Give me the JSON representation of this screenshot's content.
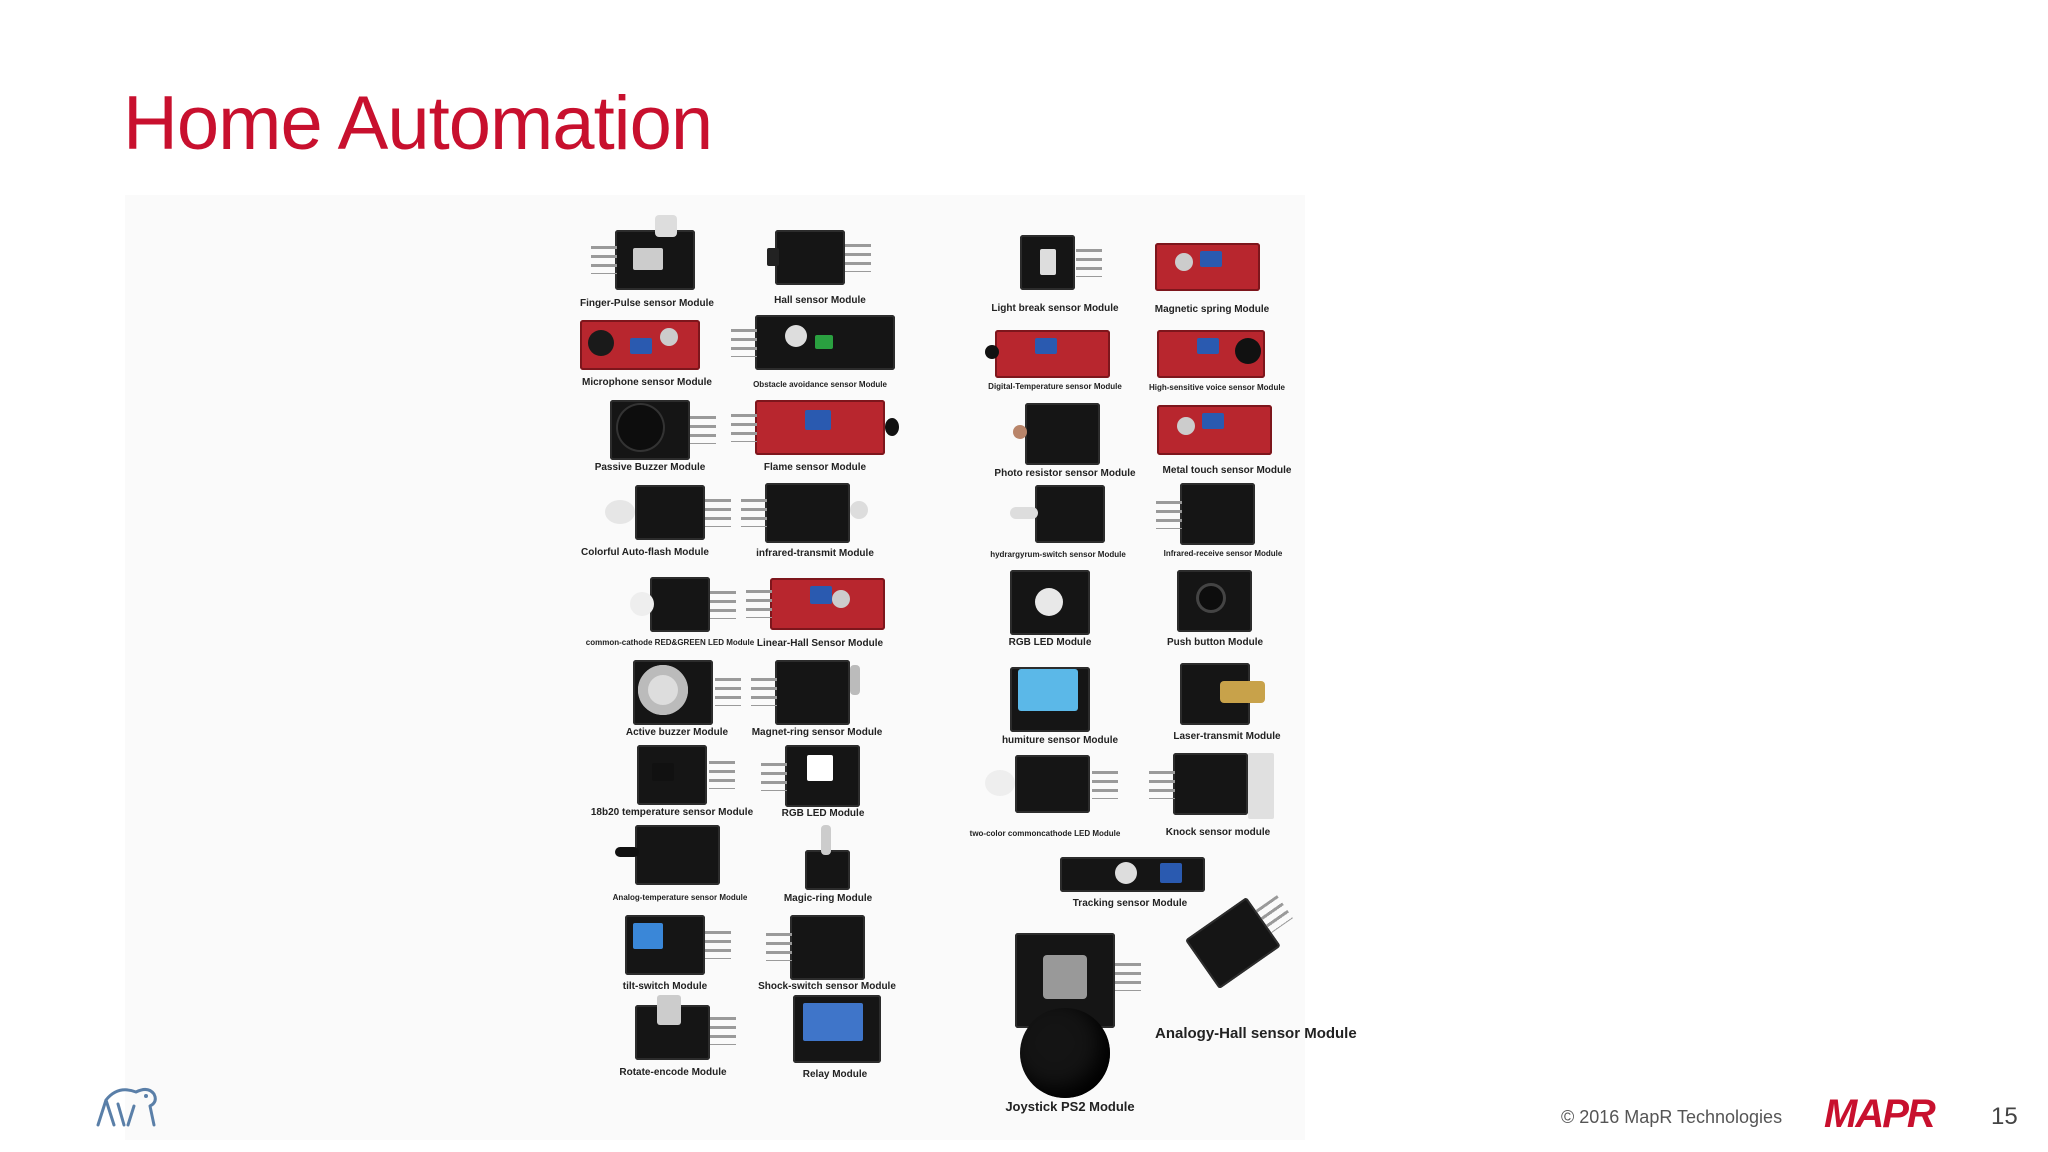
{
  "slide": {
    "title": "Home Automation",
    "footer": "© 2016 MapR Technologies",
    "brand": "MAPR",
    "page_number": "15"
  },
  "modules": [
    {
      "label": "Finger-Pulse sensor Module"
    },
    {
      "label": "Hall sensor Module"
    },
    {
      "label": "Light break sensor Module"
    },
    {
      "label": "Magnetic spring Module"
    },
    {
      "label": "Microphone sensor Module"
    },
    {
      "label": "Obstacle avoidance sensor Module"
    },
    {
      "label": "Digital-Temperature sensor Module"
    },
    {
      "label": "High-sensitive voice sensor Module"
    },
    {
      "label": "Passive Buzzer Module"
    },
    {
      "label": "Flame sensor Module"
    },
    {
      "label": "Photo resistor sensor Module"
    },
    {
      "label": "Metal touch sensor Module"
    },
    {
      "label": "Colorful Auto-flash Module"
    },
    {
      "label": "infrared-transmit Module"
    },
    {
      "label": "hydrargyrum-switch sensor Module"
    },
    {
      "label": "Infrared-receive sensor Module"
    },
    {
      "label": "common-cathode RED&GREEN LED Module"
    },
    {
      "label": "Linear-Hall Sensor Module"
    },
    {
      "label": "RGB LED Module"
    },
    {
      "label": "Push button Module"
    },
    {
      "label": "Active buzzer Module"
    },
    {
      "label": "Magnet-ring sensor Module"
    },
    {
      "label": "humiture sensor Module"
    },
    {
      "label": "Laser-transmit Module"
    },
    {
      "label": "18b20 temperature sensor Module"
    },
    {
      "label": "RGB LED Module"
    },
    {
      "label": "two-color commoncathode LED Module"
    },
    {
      "label": "Knock sensor module"
    },
    {
      "label": "Analog-temperature sensor Module"
    },
    {
      "label": "Magic-ring Module"
    },
    {
      "label": "Tracking sensor Module"
    },
    {
      "label": "tilt-switch Module"
    },
    {
      "label": "Shock-switch sensor Module"
    },
    {
      "label": "Analogy-Hall sensor Module"
    },
    {
      "label": "Rotate-encode Module"
    },
    {
      "label": "Relay Module"
    },
    {
      "label": "Joystick PS2 Module"
    }
  ]
}
